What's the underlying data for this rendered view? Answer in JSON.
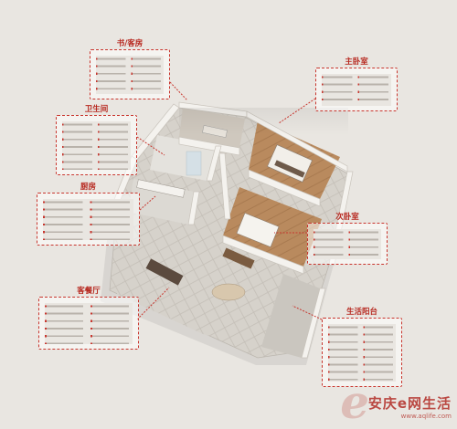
{
  "colors": {
    "background": "#e9e6e1",
    "accent": "#c8362e",
    "floor_wood": "#b98a5e",
    "floor_tile": "#d6d2cb",
    "wall": "#f4f2ee"
  },
  "callouts": {
    "study": {
      "title": "书/客房",
      "items": []
    },
    "master": {
      "title": "主卧室",
      "items": []
    },
    "bathroom": {
      "title": "卫生间",
      "items": []
    },
    "kitchen": {
      "title": "厨房",
      "items": []
    },
    "second": {
      "title": "次卧室",
      "items": []
    },
    "living": {
      "title": "客餐厅",
      "items": []
    },
    "balcony": {
      "title": "生活阳台",
      "items": []
    }
  },
  "watermark": {
    "brand": "安庆e网生活",
    "url": "www.aqlife.com"
  }
}
